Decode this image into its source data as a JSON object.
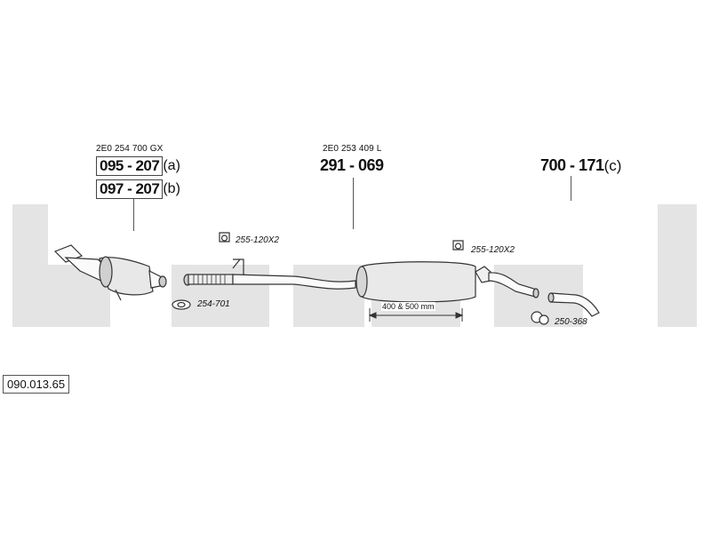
{
  "watermark": {
    "text": "bosal",
    "color": "#e4e4e4"
  },
  "parts": {
    "front_oem": "2E0 254 700 GX",
    "front_a_number": "095 - 207",
    "front_a_suffix": "(a)",
    "front_b_number": "097 - 207",
    "front_b_suffix": "(b)",
    "middle_oem": "2E0 253 409 L",
    "middle_number": "291 - 069",
    "rear_number": "700 - 171",
    "rear_suffix": "(c)"
  },
  "callouts": {
    "clamp_front": "255-120X2",
    "gasket": "254-701",
    "clamp_rear": "255-120X2",
    "rear_clamp_kit": "250-368"
  },
  "dimension_label": "400 & 500 mm",
  "catalog_number": "090.013.65"
}
